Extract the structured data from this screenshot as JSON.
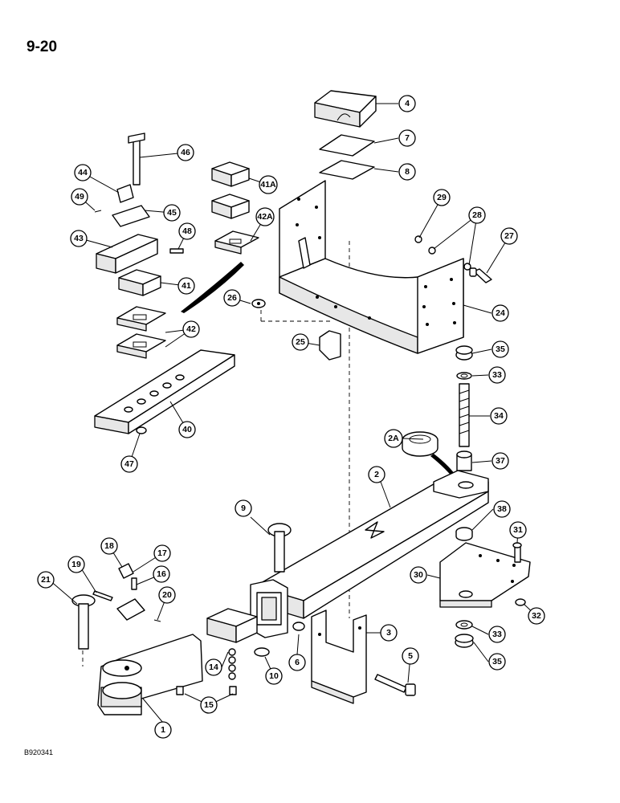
{
  "page_number": "9-20",
  "figure_code": "B920341",
  "callouts": [
    "1",
    "2",
    "2A",
    "3",
    "4",
    "5",
    "6",
    "7",
    "8",
    "9",
    "10",
    "14",
    "15",
    "16",
    "17",
    "18",
    "19",
    "20",
    "21",
    "24",
    "25",
    "26",
    "27",
    "28",
    "29",
    "30",
    "31",
    "32",
    "33",
    "33",
    "34",
    "35",
    "35",
    "37",
    "38",
    "40",
    "41",
    "41A",
    "42",
    "42A",
    "43",
    "44",
    "45",
    "46",
    "47",
    "48",
    "49"
  ]
}
